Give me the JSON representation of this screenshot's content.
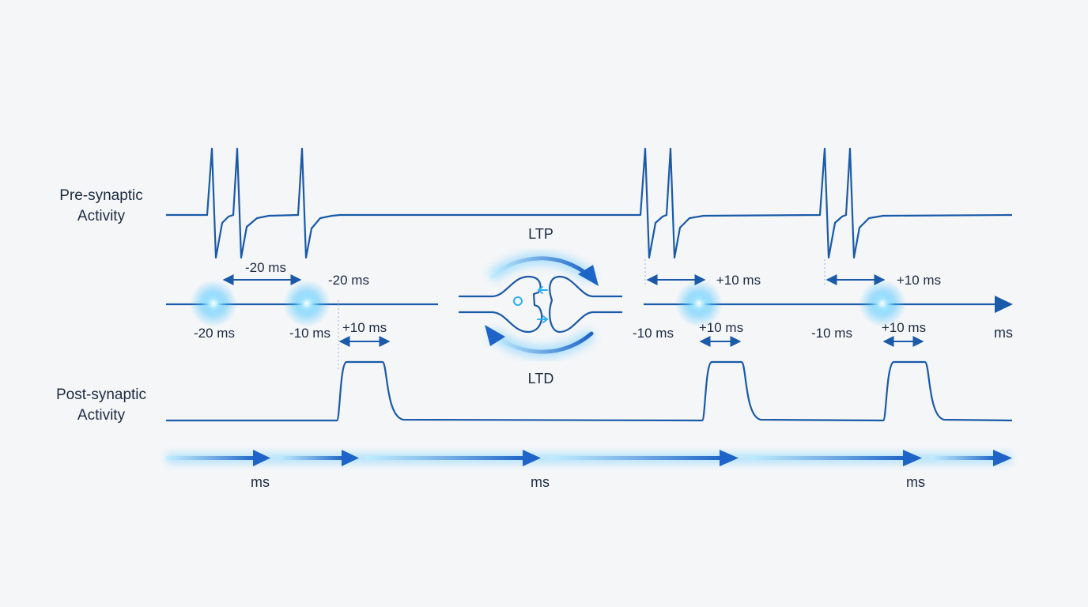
{
  "labels": {
    "pre_line1": "Pre-synaptic",
    "pre_line2": "Activity",
    "post_line1": "Post-synaptic",
    "post_line2": "Activity"
  },
  "synapse": {
    "top_label": "LTP",
    "bottom_label": "LTD"
  },
  "timing": {
    "left_span": "-20 ms",
    "left_right_label": "-20 ms",
    "left_below_1": "-20 ms",
    "left_below_2": "-10 ms",
    "left_post_span": "+10 ms",
    "mid_span": "+10 ms",
    "mid_below_left": "-10 ms",
    "mid_below_span": "+10 ms",
    "right_span": "+10 ms",
    "right_below_left": "-10 ms",
    "right_below_span": "+10 ms",
    "axis_unit": "ms"
  },
  "time_arrows": {
    "unit_1": "ms",
    "unit_2": "ms",
    "unit_3": "ms"
  },
  "colors": {
    "trace": "#1a5aa8",
    "glow": "#46c2ff",
    "arrow_dark": "#1e64c8",
    "text": "#1c2a40"
  }
}
